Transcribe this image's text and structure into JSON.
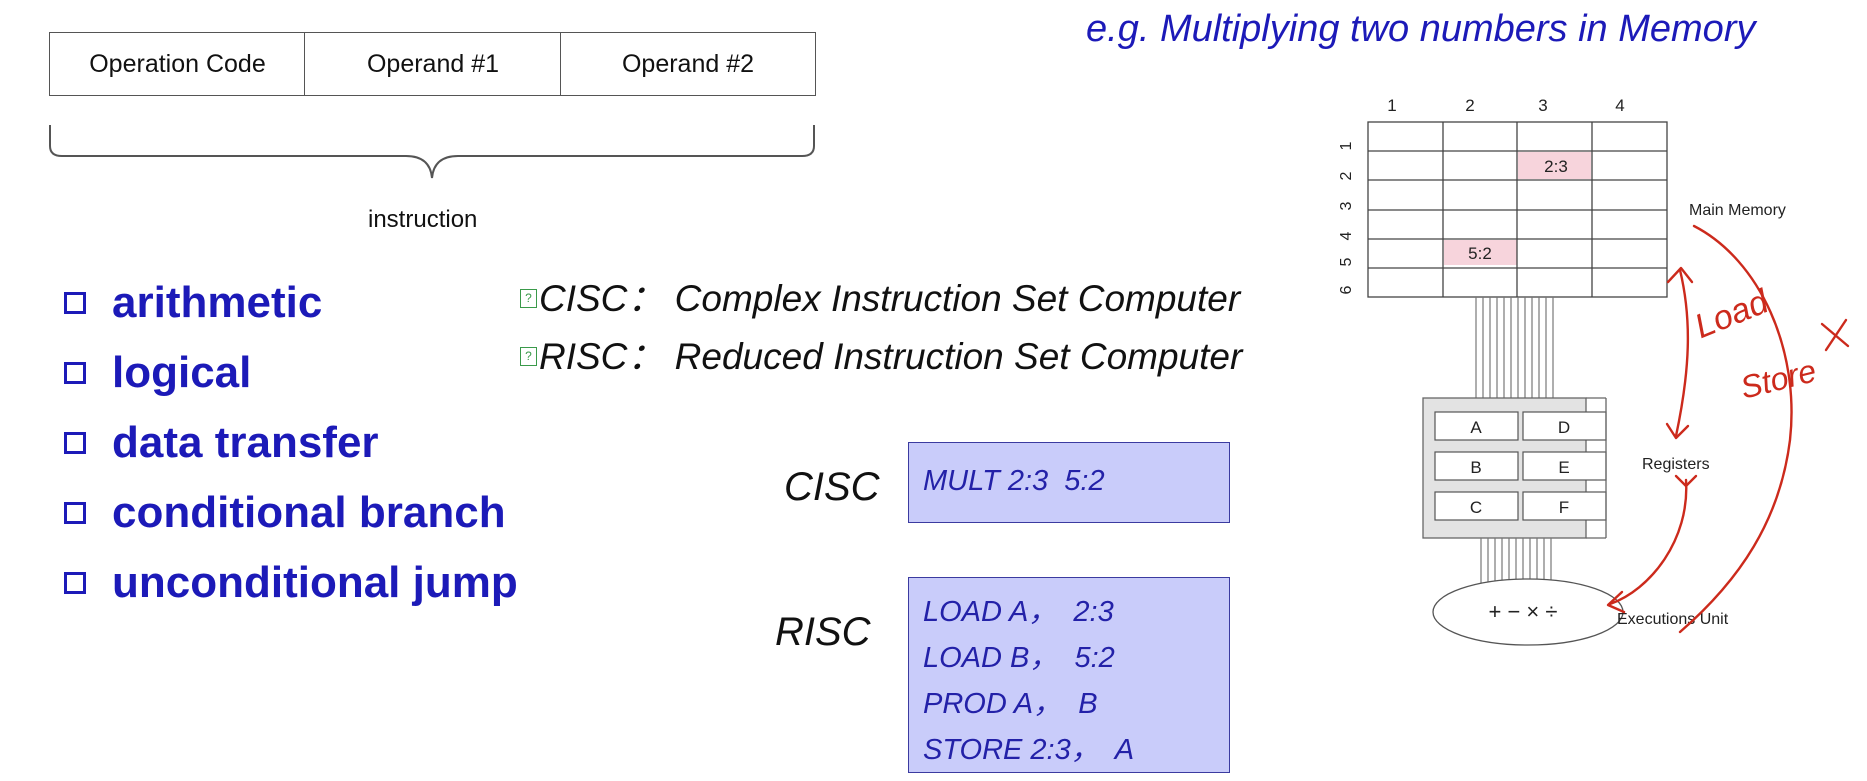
{
  "instruction_format": {
    "fields": [
      "Operation Code",
      "Operand #1",
      "Operand #2"
    ],
    "label": "instruction"
  },
  "categories": [
    "arithmetic",
    "logical",
    "data transfer",
    "conditional branch",
    "unconditional jump"
  ],
  "definitions": {
    "cisc": "CISC：  Complex Instruction Set Computer",
    "risc": "RISC：  Reduced Instruction Set Computer",
    "marker_glyph": "?"
  },
  "cisc_example": {
    "label": "CISC",
    "code": [
      "MULT 2:3  5:2"
    ]
  },
  "risc_example": {
    "label": "RISC",
    "code": [
      "LOAD A，  2:3",
      "LOAD B，  5:2",
      "PROD A，  B",
      "STORE 2:3，  A"
    ]
  },
  "memory_example": {
    "title": "e.g. Multiplying two numbers in Memory",
    "columns": [
      "1",
      "2",
      "3",
      "4"
    ],
    "rows": [
      "1",
      "2",
      "3",
      "4",
      "5",
      "6"
    ],
    "cells": [
      {
        "value": "2:3",
        "highlight": "#f7d4dc"
      },
      {
        "value": "5:2",
        "highlight": "#f7d4dc"
      }
    ],
    "registers": [
      "A",
      "D",
      "B",
      "E",
      "C",
      "F"
    ],
    "execution_ops": "+ − × ÷",
    "labels": {
      "main_memory": "Main Memory",
      "registers": "Registers",
      "execution_unit": "Executions Unit"
    },
    "annotations": {
      "load": "Load",
      "store": "Store",
      "ink_color": "#cc2a1c"
    }
  }
}
